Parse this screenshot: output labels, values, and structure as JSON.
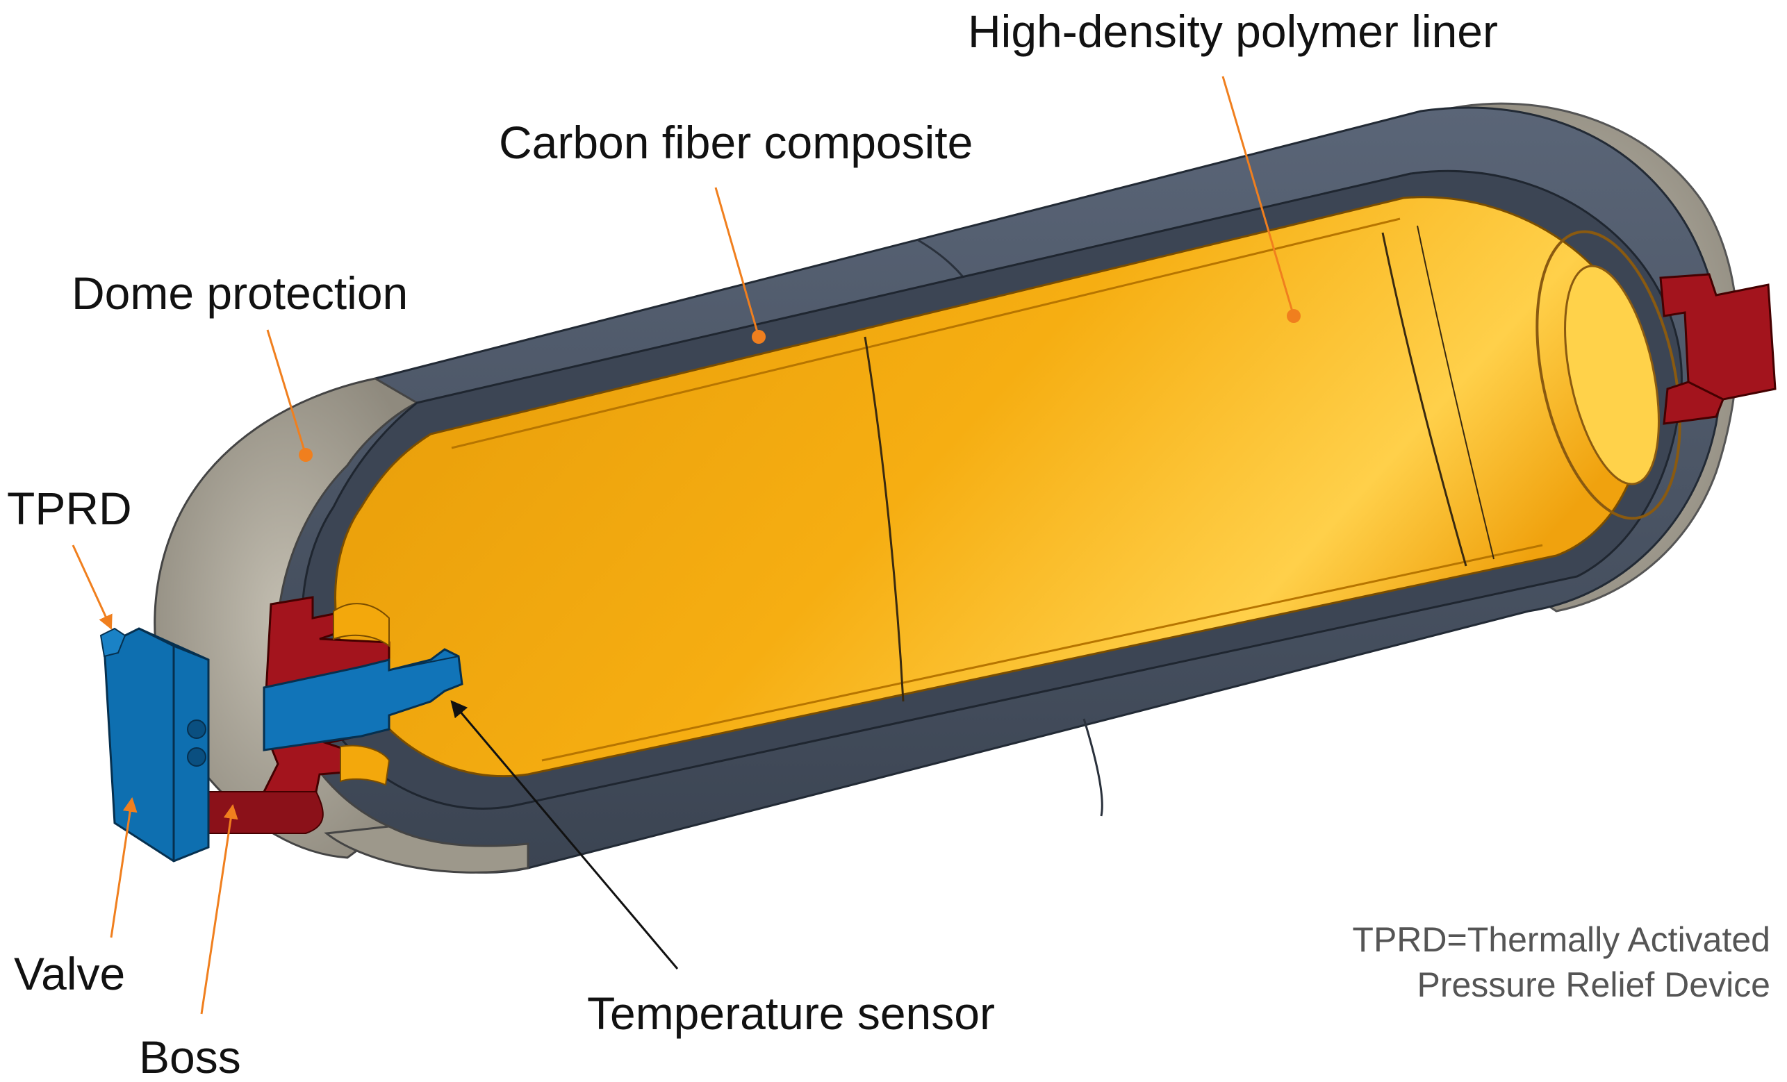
{
  "labels": {
    "liner": "High-density polymer liner",
    "carbon": "Carbon fiber composite",
    "dome": "Dome protection",
    "tprd": "TPRD",
    "valve": "Valve",
    "boss": "Boss",
    "sensor": "Temperature sensor"
  },
  "note": {
    "line1": "TPRD=Thermally Activated",
    "line2": "Pressure Relief Device"
  },
  "colors": {
    "shell": "#4d5868",
    "shell_dark": "#343c49",
    "liner": "#f3a80c",
    "liner_light": "#ffcf3a",
    "dome": "#a6a194",
    "boss": "#a3141d",
    "valve": "#0e6fb0",
    "leader": "#f07f1e",
    "sensor_leader": "#111111"
  }
}
